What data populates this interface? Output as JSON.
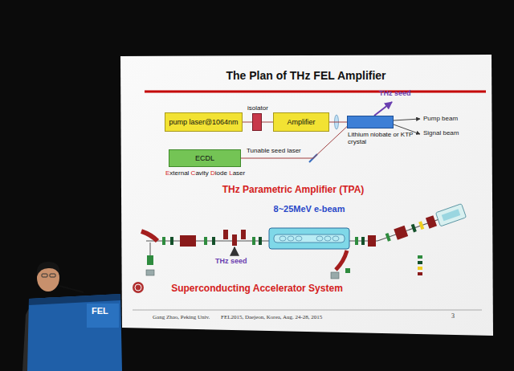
{
  "diagram": {
    "title": "The Plan of THz FEL Amplifier",
    "nodes": [
      {
        "text": [
          "pump laser@1064nm"
        ]
      },
      {
        "text": [
          "isolator"
        ]
      },
      {
        "text": [
          "Amplifier"
        ]
      },
      {
        "text": [
          "Lithium niobate or KTP crystal"
        ]
      },
      {
        "text": [
          "ECDL",
          "External Cavity Diode Laser"
        ]
      }
    ],
    "edges": [
      {
        "from": 0,
        "to": 1,
        "arrow": "none"
      },
      {
        "from": 1,
        "to": 2,
        "arrow": "none"
      },
      {
        "from": 2,
        "to": 3,
        "arrow": "none"
      },
      {
        "from": 4,
        "to": 3,
        "label": "Tunable seed laser",
        "arrow": "none"
      }
    ],
    "labels": [
      "THz seed",
      "Pump beam",
      "Signal beam",
      "THz Parametric Amplifier (TPA)",
      "8~25MeV e-beam",
      "THz seed",
      "Superconducting Accelerator System",
      "Gang Zhao, Peking Univ.",
      "FEL2015, Daejeon, Korea, Aug. 24-28, 2015",
      "3",
      "FEL"
    ]
  }
}
